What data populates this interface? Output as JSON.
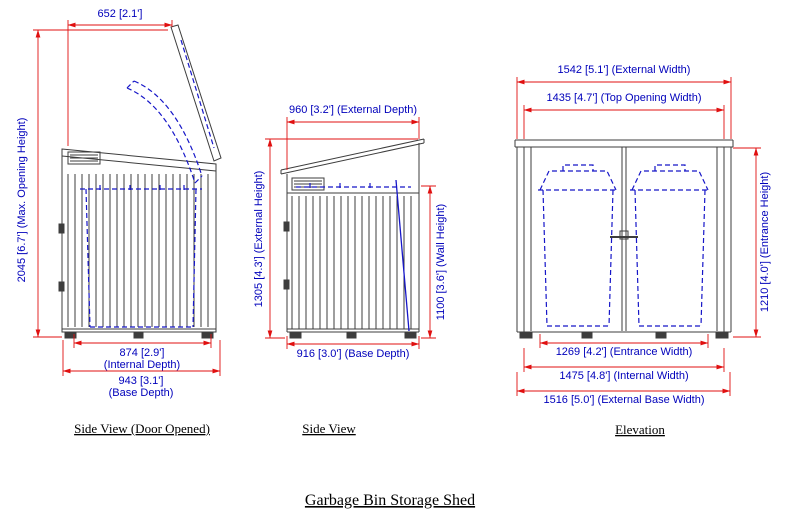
{
  "page": {
    "title": "Garbage Bin Storage Shed"
  },
  "colors": {
    "dimension_text": "#0000bb",
    "dimension_line": "#e01010",
    "drawing_line": "#3d3d3d",
    "bin_dashed_line": "#1616c8",
    "background": "#ffffff"
  },
  "views": {
    "side_view_opened": {
      "caption": "Side View (Door Opened)",
      "dim_top_width": "652 [2.1']",
      "dim_max_opening_height": "2045 [6.7'] (Max. Opening Height)",
      "dim_internal_depth_value": "874 [2.9']",
      "dim_internal_depth_name": "(Internal Depth)",
      "dim_base_depth_value": "943 [3.1']",
      "dim_base_depth_name": "(Base Depth)"
    },
    "side_view": {
      "caption": "Side View",
      "dim_external_depth": "960 [3.2'] (External Depth)",
      "dim_external_height": "1305 [4.3'] (External Height)",
      "dim_wall_height": "1100 [3.6'] (Wall Height)",
      "dim_base_depth": "916 [3.0'] (Base Depth)"
    },
    "elevation": {
      "caption": "Elevation",
      "dim_external_width": "1542 [5.1'] (External Width)",
      "dim_top_opening_width": "1435 [4.7'] (Top Opening Width)",
      "dim_entrance_height": "1210 [4.0'] (Entrance Height)",
      "dim_entrance_width": "1269 [4.2'] (Entrance Width)",
      "dim_internal_width": "1475 [4.8'] (Internal Width)",
      "dim_external_base_width": "1516 [5.0'] (External Base Width)"
    }
  }
}
